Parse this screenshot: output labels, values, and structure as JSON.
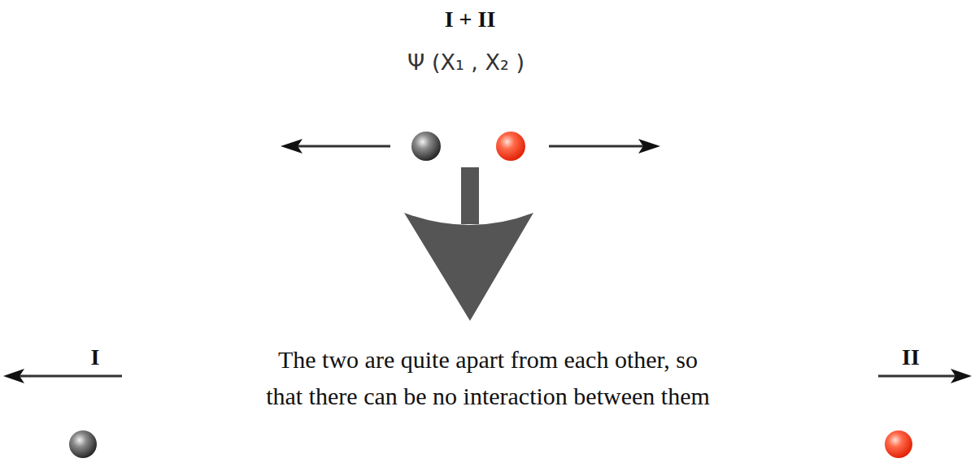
{
  "diagram": {
    "title": "I + II",
    "labels": [
      "Ψ (X₁ , X₂ )",
      "The two are quite apart from each other, so that there can be no interaction between them",
      "I",
      "II"
    ]
  }
}
